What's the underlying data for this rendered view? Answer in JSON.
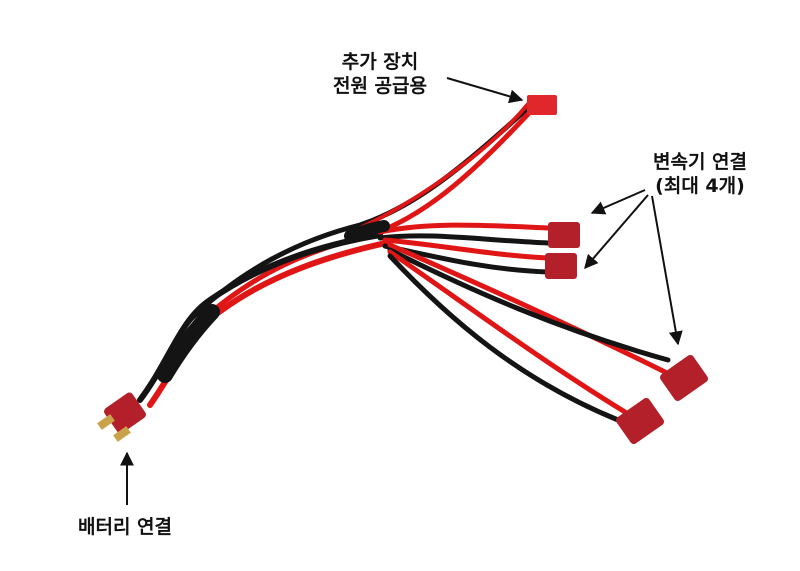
{
  "labels": {
    "aux_power": {
      "line1": "추가 장치",
      "line2": "전원 공급용"
    },
    "esc": {
      "line1": "변속기 연결",
      "line2": "(최대 4개)"
    },
    "battery": {
      "line1": "배터리 연결"
    }
  },
  "colors": {
    "wire_red": "#e01515",
    "wire_black": "#141414",
    "connector_red": "#b3202a",
    "text": "#111111",
    "background": "#ffffff"
  }
}
